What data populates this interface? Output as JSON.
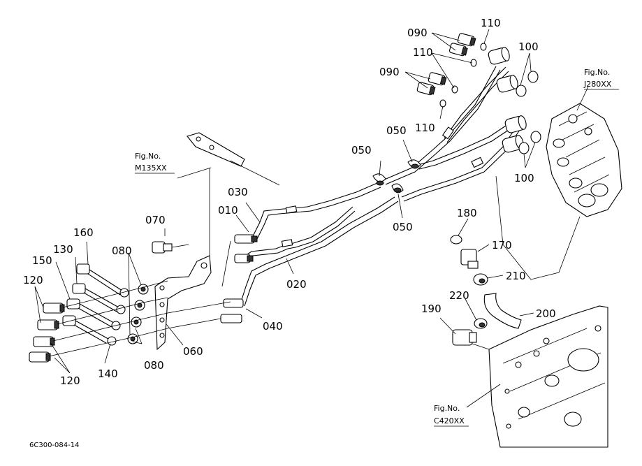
{
  "diagram": {
    "drawing_code": "6C300-084-14",
    "figure_refs": [
      {
        "id": "m135",
        "label": "Fig.No.",
        "code": "M135XX"
      },
      {
        "id": "j280",
        "label": "Fig.No.",
        "code": "J280XX"
      },
      {
        "id": "c420",
        "label": "Fig.No.",
        "code": "C420XX"
      }
    ],
    "part_labels": {
      "p010": "010",
      "p020": "020",
      "p030": "030",
      "p040": "040",
      "p050a": "050",
      "p050b": "050",
      "p050c": "050",
      "p060": "060",
      "p070": "070",
      "p080a": "080",
      "p080b": "080",
      "p090a": "090",
      "p090b": "090",
      "p100a": "100",
      "p100b": "100",
      "p110a": "110",
      "p110b": "110",
      "p110c": "110",
      "p120a": "120",
      "p120b": "120",
      "p130": "130",
      "p140": "140",
      "p150": "150",
      "p160": "160",
      "p170": "170",
      "p180": "180",
      "p190": "190",
      "p200": "200",
      "p210": "210",
      "p220": "220"
    }
  }
}
